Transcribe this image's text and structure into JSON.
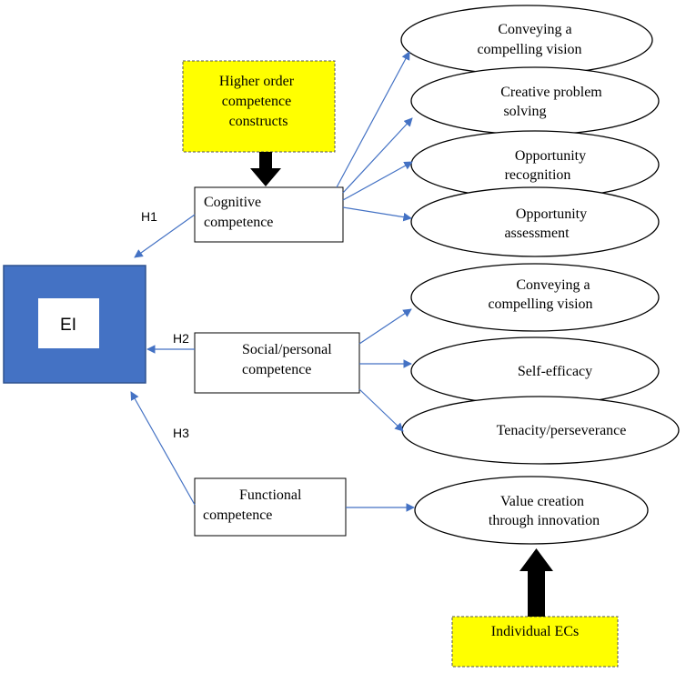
{
  "colors": {
    "ei_fill": "#4472C4",
    "highlight_fill": "#FFFF00",
    "arrow_color": "#4472C4",
    "block_arrow": "#000000"
  },
  "ei": {
    "label": "EI"
  },
  "competences": {
    "cognitive": [
      "Cognitive",
      "competence"
    ],
    "social": [
      "Social/personal",
      "competence"
    ],
    "functional": [
      "Functional",
      "competence"
    ]
  },
  "hypotheses": {
    "h1": "H1",
    "h2": "H2",
    "h3": "H3"
  },
  "higher_order": [
    "Higher order",
    "competence",
    "constructs"
  ],
  "individual_ecs": "Individual ECs",
  "ecs": {
    "conveying_vision_1": [
      "Conveying a",
      "compelling vision"
    ],
    "creative_problem_solving": [
      "Creative problem",
      "solving"
    ],
    "opportunity_recognition": [
      "Opportunity",
      "recognition"
    ],
    "opportunity_assessment": [
      "Opportunity",
      "assessment"
    ],
    "conveying_vision_2": [
      "Conveying a",
      "compelling vision"
    ],
    "self_efficacy": [
      "Self-efficacy"
    ],
    "tenacity": [
      "Tenacity/perseverance"
    ],
    "value_creation": [
      "Value creation",
      "through innovation"
    ]
  }
}
